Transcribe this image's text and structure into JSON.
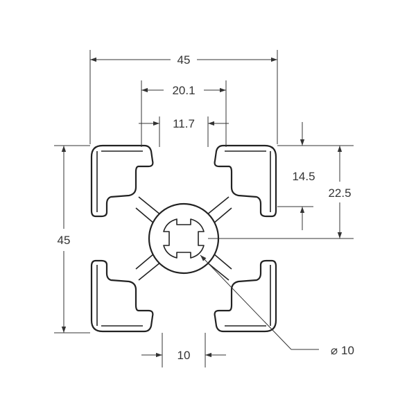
{
  "dimensions": {
    "overall_width": "45",
    "slot_outer_width": "20.1",
    "slot_opening": "11.7",
    "overall_height": "45",
    "slot_depth": "14.5",
    "half_height": "22.5",
    "bottom_slot_width": "10",
    "bore_symbol": "⌀",
    "bore_diameter": "10"
  },
  "colors": {
    "line": "#222222",
    "background": "#ffffff"
  }
}
